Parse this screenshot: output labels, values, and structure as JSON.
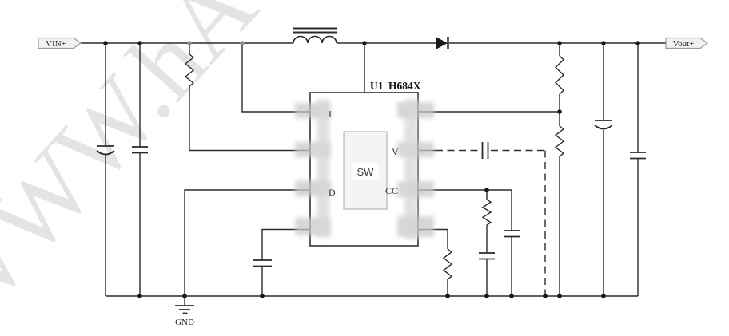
{
  "diagram": {
    "type": "circuit-schematic",
    "watermark_text": "WWW.hA",
    "nets": {
      "input": "VIN+",
      "output": "Vout+",
      "ground": "GND"
    },
    "ic": {
      "refdes": "U1",
      "part": "H684X",
      "block": "SW",
      "pin_text_fragments": {
        "left_pin1": "I",
        "left_pin3": "D",
        "right_pin2": "V",
        "right_pin3": "CC"
      }
    },
    "component_symbols": {
      "inductors": 1,
      "diodes": 1,
      "resistors": 5,
      "capacitors": 8,
      "ground_symbols": 1
    },
    "colors": {
      "wire": "#2b2b2b",
      "watermark": "#e4e4e4",
      "tag_fill": "#f1f1f1",
      "tag_border": "#9a9a9a",
      "ic_border": "#333333",
      "sw_fill": "#f4f4f4",
      "blur_patch": "#c9c9c9"
    }
  }
}
